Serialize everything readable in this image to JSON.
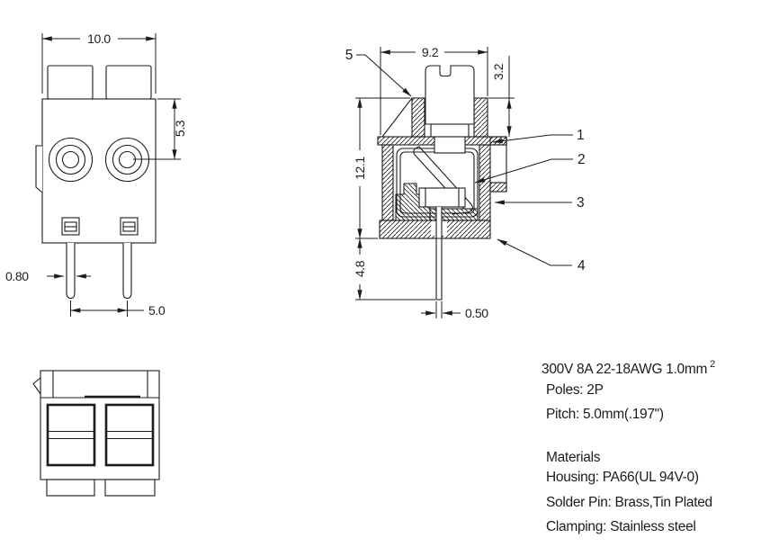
{
  "document": {
    "type": "terminal-block-technical-drawing",
    "background": "#ffffff",
    "line_color": "#1c1c1c"
  },
  "front_view": {
    "dim_width": "10.0",
    "dim_screw_offset": "5.3",
    "dim_pin_width": "0.80",
    "dim_pitch": "5.0"
  },
  "section_view": {
    "dim_top_width": "9.2",
    "dim_flange_step": "3.2",
    "dim_body_height": "12.1",
    "dim_pin_length": "4.8",
    "dim_pin_thickness": "0.50",
    "callout_1": "1",
    "callout_2": "2",
    "callout_3": "3",
    "callout_4": "4",
    "callout_5": "5"
  },
  "specs": {
    "rating": "300V 8A 22-18AWG 1.0mm",
    "rating_sup": "2",
    "poles": "Poles: 2P",
    "pitch": "Pitch: 5.0mm(.197\")",
    "materials_title": "Materials",
    "housing": "Housing: PA66(UL 94V-0)",
    "solder_pin": "Solder Pin: Brass,Tin Plated",
    "clamping": "Clamping: Stainless steel"
  }
}
